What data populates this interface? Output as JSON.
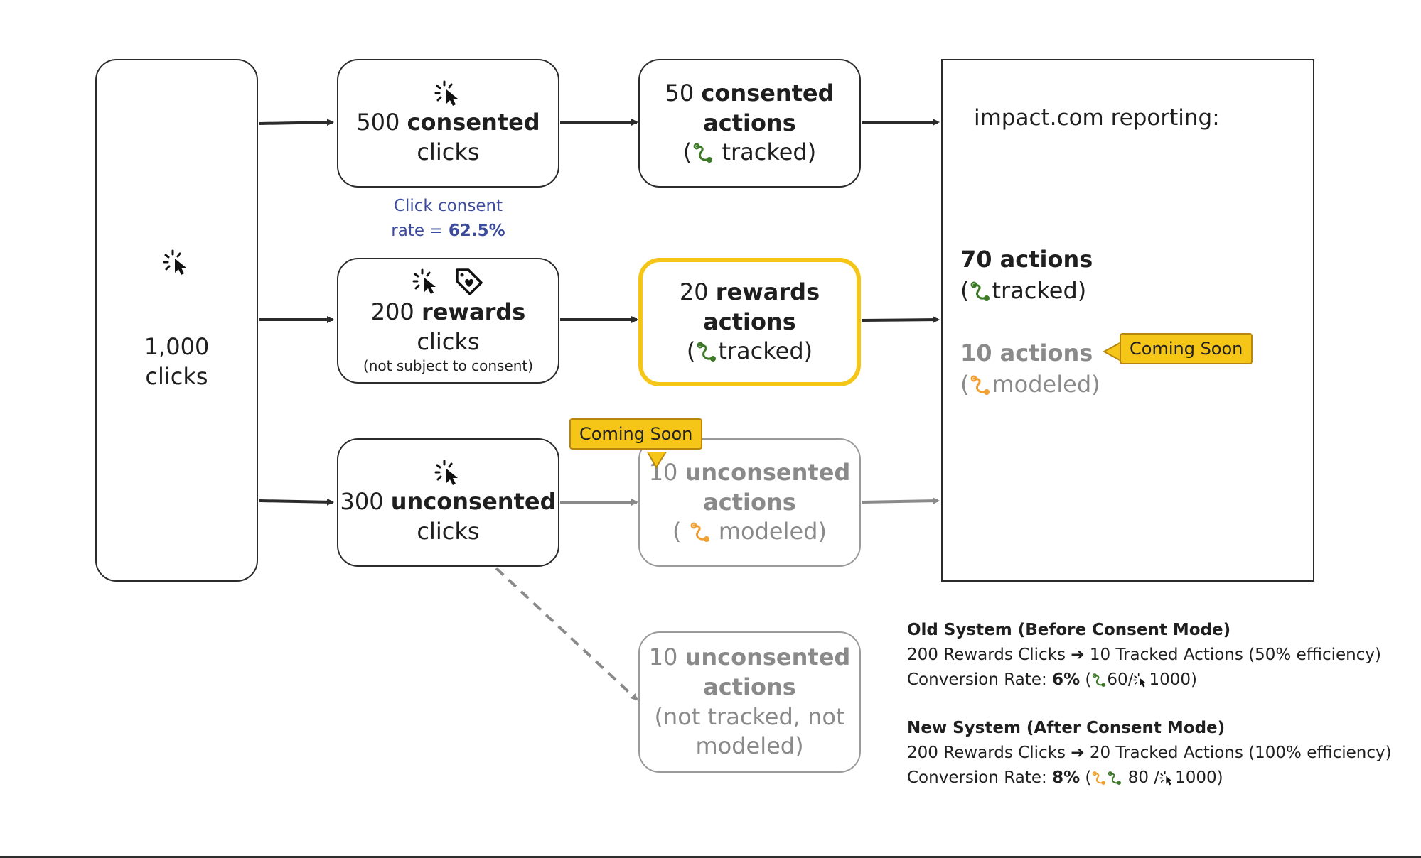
{
  "source_box": {
    "line1": "1,000",
    "line2": "clicks"
  },
  "consented_clicks": {
    "num": "500",
    "bold": "consented",
    "line2": "clicks"
  },
  "rewards_clicks": {
    "num": "200",
    "bold": "rewards",
    "tail": "clicks",
    "note": "(not subject to consent)"
  },
  "unconsented_clicks": {
    "num": "300",
    "bold": "unconsented",
    "line2": "clicks"
  },
  "consent_rate": {
    "line1": "Click consent",
    "line2_prefix": "rate = ",
    "value": "62.5%"
  },
  "consented_actions": {
    "num": "50",
    "bold1": "consented",
    "bold2": "actions",
    "paren_open": "(",
    "label": "tracked)"
  },
  "rewards_actions": {
    "num": "20",
    "bold1": "rewards",
    "bold2": "actions",
    "paren_open": "(",
    "label": "tracked)"
  },
  "unconsented_actions_modeled": {
    "num": "10",
    "bold1": "unconsented",
    "bold2": "actions",
    "paren_open": "(",
    "label": "modeled)"
  },
  "unconsented_actions_untracked": {
    "num": "10",
    "bold1": "unconsented",
    "bold2": "actions",
    "line3": "(not tracked, not",
    "line4": "modeled)"
  },
  "badges": {
    "top": "Coming Soon",
    "right": "Coming Soon"
  },
  "report": {
    "title": "impact.com reporting:",
    "tracked_count": "70 actions",
    "tracked_label": "tracked)",
    "modeled_count": "10 actions",
    "modeled_label": "modeled)",
    "paren_open": "("
  },
  "old_system": {
    "heading": "Old System (Before Consent Mode)",
    "line1": "200 Rewards Clicks ➔ 10 Tracked Actions (50% efficiency)",
    "rate_prefix": "Conversion Rate: ",
    "rate_value": "6%",
    "rate_paren": " (",
    "rate_tail1": "60/",
    "rate_tail2": "1000)"
  },
  "new_system": {
    "heading": "New System (After Consent Mode)",
    "line1": "200 Rewards Clicks ➔ 20 Tracked Actions (100% efficiency)",
    "rate_prefix": "Conversion Rate: ",
    "rate_value": "8%",
    "rate_paren": " (",
    "rate_tail1": " 80 /",
    "rate_tail2": "1000)"
  },
  "colors": {
    "tracked_green": "#3d7a28",
    "modeled_orange": "#f0a030",
    "highlight_yellow": "#f5c518",
    "rate_blue": "#3c4b9b"
  }
}
